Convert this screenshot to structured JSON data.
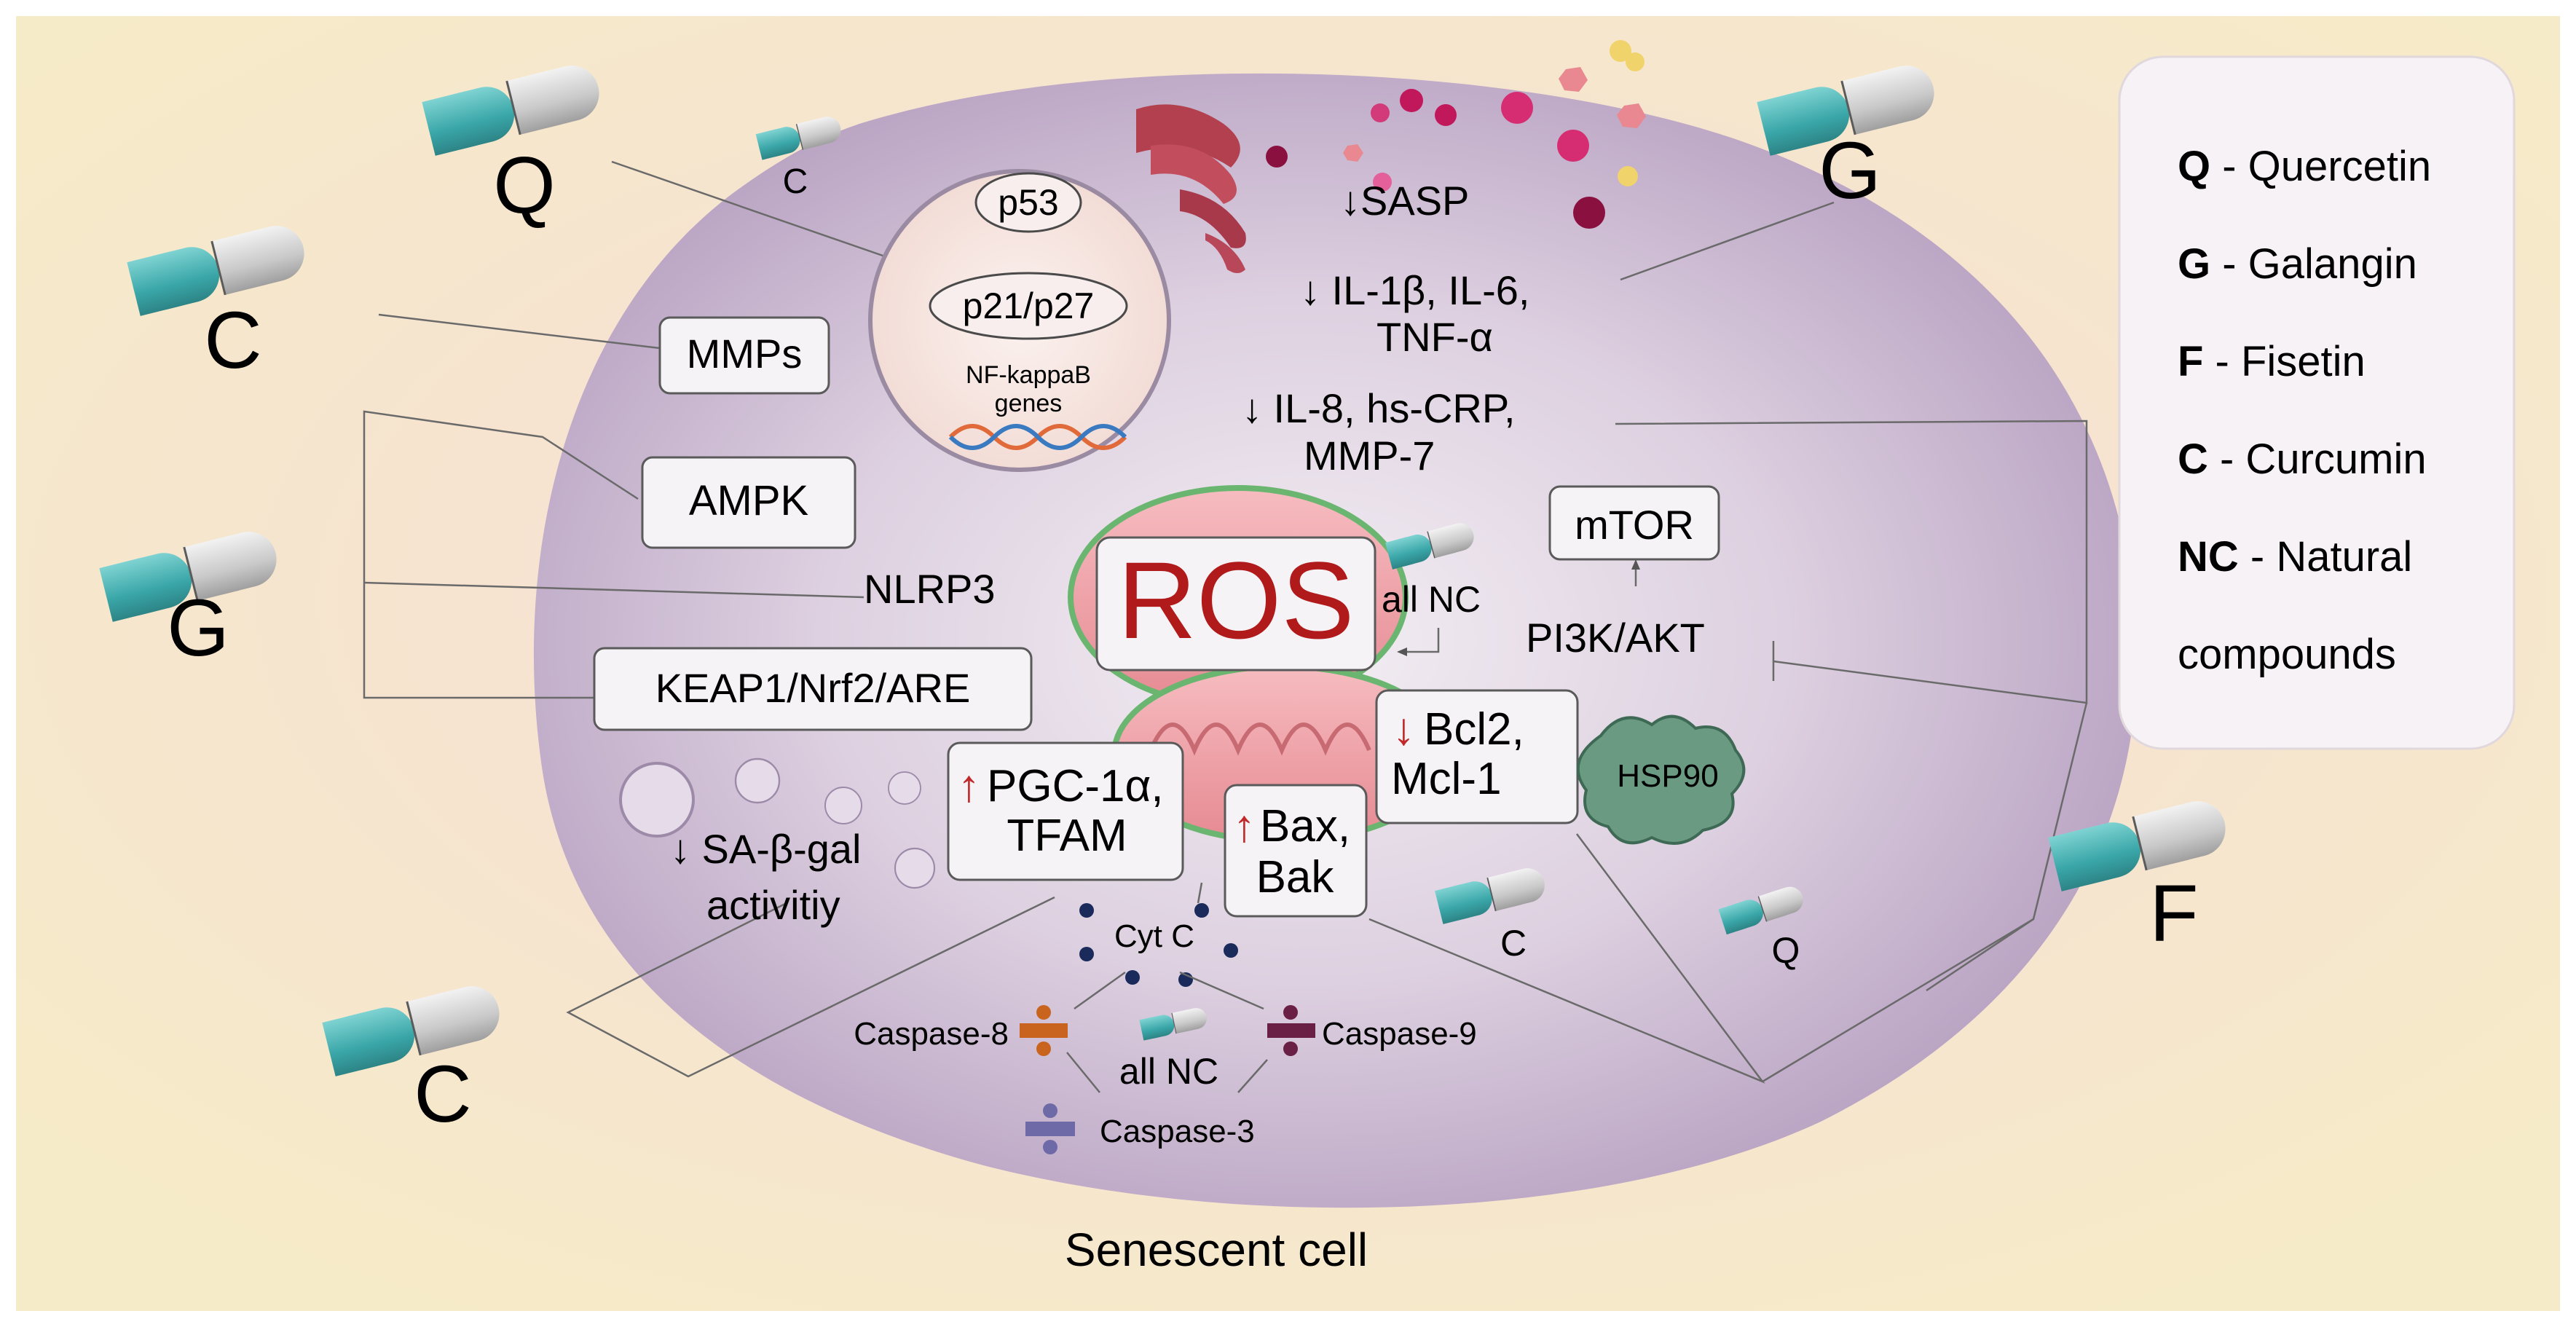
{
  "caption": "Senescent cell",
  "legend": [
    {
      "abbr": "Q",
      "name": " - Quercetin"
    },
    {
      "abbr": "G",
      "name": " - Galangin"
    },
    {
      "abbr": "F",
      "name": " - Fisetin"
    },
    {
      "abbr": "C",
      "name": " - Curcumin"
    },
    {
      "abbr": "NC",
      "name": " - Natural"
    },
    {
      "abbr": "",
      "name": "compounds"
    }
  ],
  "capsule_labels": {
    "q_top": "Q",
    "c_small_top": "C",
    "g_top": "G",
    "c_left": "C",
    "g_left": "G",
    "f_right": "F",
    "c_bottom_left": "C",
    "c_small_bottom": "C",
    "q_small_bottom": "Q"
  },
  "nucleus": {
    "p53": "p53",
    "p21": "p21/p27",
    "nfkb_1": "NF-kappaB",
    "nfkb_2": "genes"
  },
  "boxes": {
    "mmps": "MMPs",
    "ampk": "AMPK",
    "nlrp3": "NLRP3",
    "keap1": "KEAP1/Nrf2/ARE",
    "ros": "ROS",
    "mtor": "mTOR",
    "pi3k": "PI3K/AKT",
    "all_nc_1": "all NC",
    "bcl2_arrow": "↓",
    "bcl2_1": "Bcl2,",
    "bcl2_2": "Mcl-1",
    "pgc_arrow": "↑",
    "pgc_1": "PGC-1α,",
    "pgc_2": "TFAM",
    "bax_arrow": "↑",
    "bax_1": "Bax,",
    "bax_2": "Bak",
    "hsp90": "HSP90"
  },
  "sasp": {
    "sasp": "↓SASP",
    "il1_1": "↓ IL-1β, IL-6,",
    "il1_2": "TNF-α",
    "il8_1": "↓ IL-8, hs-CRP,",
    "il8_2": "MMP-7"
  },
  "sa_gal": {
    "line1": "↓ SA-β-gal",
    "line2": "activitiy"
  },
  "apoptosis": {
    "cytc": "Cyt C",
    "casp8": "Caspase-8",
    "casp9": "Caspase-9",
    "casp3": "Caspase-3",
    "all_nc_2": "all NC"
  },
  "colors": {
    "capsule_teal": "#4fb8b8",
    "capsule_grey": "#cfcfcf",
    "cell": "#d9c9dc",
    "background": "#f6e6d6",
    "ros_red": "#b01a1a",
    "up_down_red": "#c0282a",
    "hsp90": "#6a9a82",
    "casp8": "#c8641e",
    "casp9": "#6a1f45",
    "casp3": "#6e6aa8"
  }
}
